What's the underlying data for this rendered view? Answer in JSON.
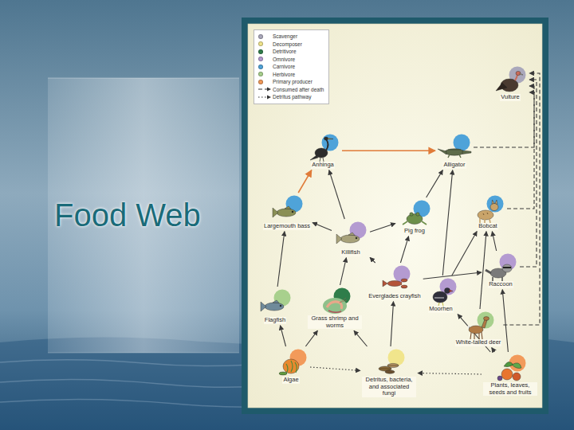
{
  "diagram": {
    "title": "Food Web",
    "nodes": [
      {
        "text": [
          "Vulture"
        ]
      },
      {
        "text": [
          "Anhinga"
        ]
      },
      {
        "text": [
          "Alligator"
        ]
      },
      {
        "text": [
          "Largemouth bass"
        ]
      },
      {
        "text": [
          "Pig frog"
        ]
      },
      {
        "text": [
          "Bobcat"
        ]
      },
      {
        "text": [
          "Killifish"
        ]
      },
      {
        "text": [
          "Raccoon"
        ]
      },
      {
        "text": [
          "Everglades crayfish"
        ]
      },
      {
        "text": [
          "Flagfish"
        ]
      },
      {
        "text": [
          "Grass shrimp and worms"
        ]
      },
      {
        "text": [
          "Moorhen"
        ]
      },
      {
        "text": [
          "White-tailed deer"
        ]
      },
      {
        "text": [
          "Algae"
        ]
      },
      {
        "text": [
          "Detritus, bacteria, and associated fungi"
        ]
      },
      {
        "text": [
          "Plants, leaves, seeds and fruits"
        ]
      }
    ],
    "edges": [
      {
        "from": 3,
        "to": 1,
        "arrow": "to"
      },
      {
        "from": 1,
        "to": 2,
        "arrow": "to"
      },
      {
        "from": 6,
        "to": 3,
        "arrow": "to"
      },
      {
        "from": 6,
        "to": 1,
        "arrow": "to"
      },
      {
        "from": 4,
        "to": 2,
        "arrow": "to"
      },
      {
        "from": 8,
        "to": 4,
        "arrow": "to"
      },
      {
        "from": 6,
        "to": 4,
        "arrow": "to"
      },
      {
        "from": 10,
        "to": 6,
        "arrow": "to"
      },
      {
        "from": 8,
        "to": 6,
        "arrow": "to"
      },
      {
        "from": 9,
        "to": 3,
        "arrow": "to"
      },
      {
        "from": 13,
        "to": 9,
        "arrow": "to"
      },
      {
        "from": 13,
        "to": 10,
        "arrow": "to"
      },
      {
        "from": 14,
        "to": 10,
        "arrow": "to"
      },
      {
        "from": 14,
        "to": 8,
        "arrow": "to"
      },
      {
        "from": 15,
        "to": 11,
        "arrow": "to"
      },
      {
        "from": 15,
        "to": 12,
        "arrow": "to"
      },
      {
        "from": 15,
        "to": 7,
        "arrow": "to"
      },
      {
        "from": 12,
        "to": 5,
        "arrow": "to"
      },
      {
        "from": 11,
        "to": 5,
        "arrow": "to"
      },
      {
        "from": 11,
        "to": 2,
        "arrow": "to"
      },
      {
        "from": 8,
        "to": 7,
        "arrow": "to"
      },
      {
        "from": 7,
        "to": 5,
        "arrow": "to"
      },
      {
        "from": 2,
        "to": 0,
        "arrow": "to"
      },
      {
        "from": 5,
        "to": 0,
        "arrow": "to"
      },
      {
        "from": 12,
        "to": 0,
        "arrow": "to"
      },
      {
        "from": 7,
        "to": 0,
        "arrow": "to"
      },
      {
        "from": 15,
        "to": 14,
        "arrow": "to"
      },
      {
        "from": 13,
        "to": 14,
        "arrow": "to"
      }
    ],
    "legend": [
      {
        "text": "Scavenger",
        "color": "#aaa8bb"
      },
      {
        "text": "Decomposer",
        "color": "#f1e58c"
      },
      {
        "text": "Detritivore",
        "color": "#2f7d4a"
      },
      {
        "text": "Omnivore",
        "color": "#b49bd1"
      },
      {
        "text": "Carnivore",
        "color": "#4fa3d9"
      },
      {
        "text": "Herbivore",
        "color": "#a8d08d"
      },
      {
        "text": "Primary producer",
        "color": "#f29a5a"
      },
      {
        "text": "Consumed after death"
      },
      {
        "text": "Detritus pathway"
      }
    ]
  }
}
